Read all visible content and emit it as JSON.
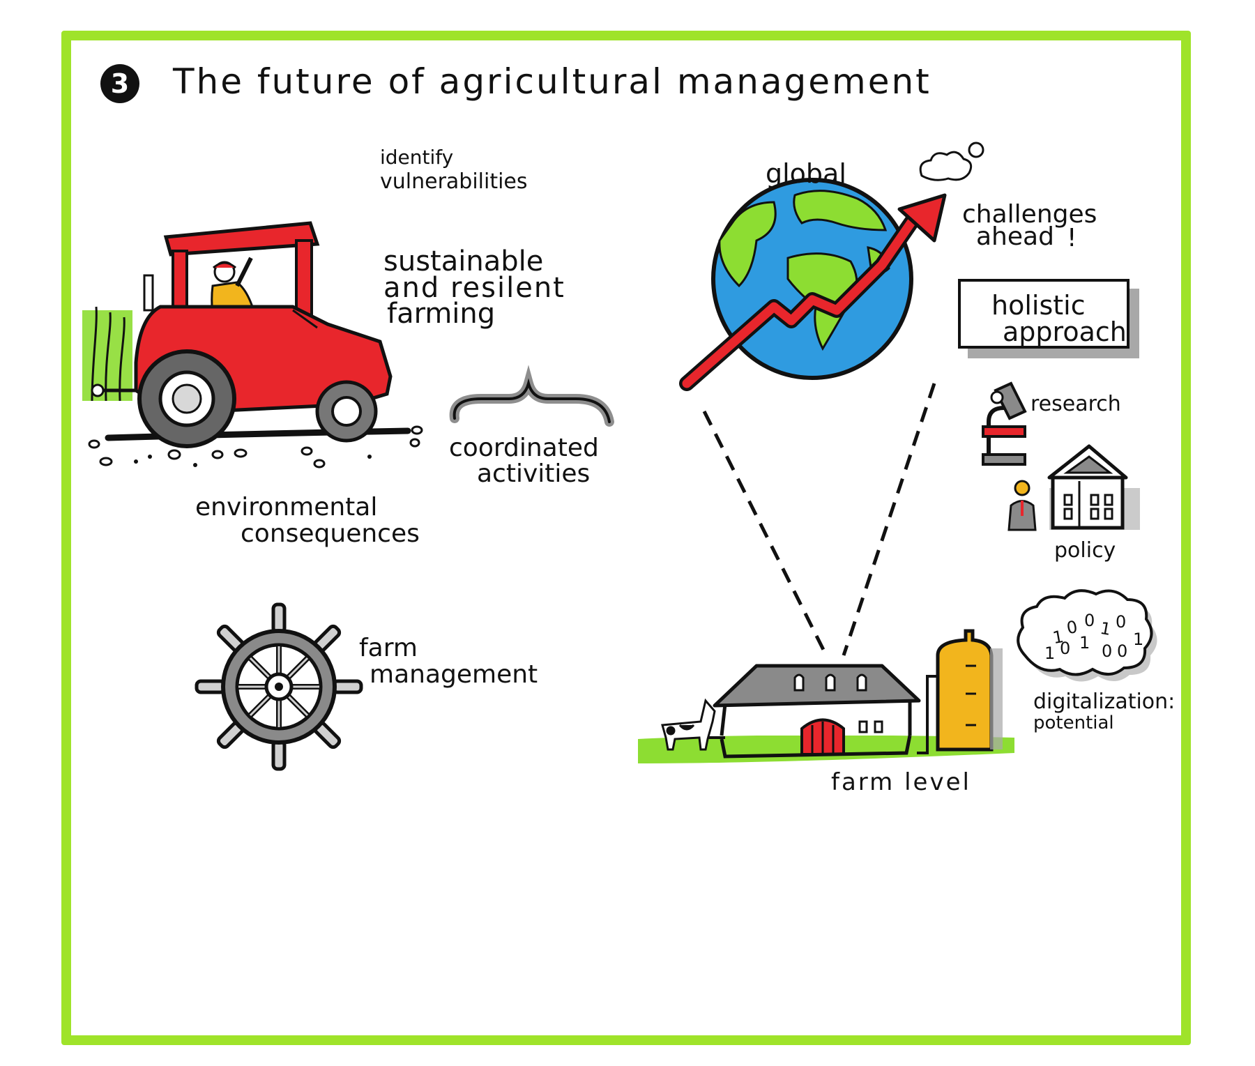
{
  "title": {
    "number": "3",
    "text": "The future of agricultural management"
  },
  "labels": {
    "identify_line1": "identify",
    "identify_line2": "vulnerabilities",
    "sustainable_line1": "sustainable",
    "sustainable_line2": "and resilent",
    "sustainable_line3": "farming",
    "coordinated_line1": "coordinated",
    "coordinated_line2": "activities",
    "environmental_line1": "environmental",
    "environmental_line2": "consequences",
    "farm_management_line1": "farm",
    "farm_management_line2": "management",
    "global": "global",
    "challenges_line1": "challenges",
    "challenges_line2": "ahead",
    "challenges_mark": "!",
    "holistic_line1": "holistic",
    "holistic_line2": "approach",
    "research": "research",
    "policy": "policy",
    "digitalization_line1": "digitalization:",
    "digitalization_line2": "potential",
    "farm_level": "farm level"
  },
  "binary_cloud_digits": [
    "1",
    "0",
    "0",
    "1",
    "0",
    "1",
    "0",
    "1",
    "0",
    "0",
    "1"
  ],
  "colors": {
    "frame_green": "#9fe32a",
    "tractor_red": "#e8262c",
    "ocean_blue": "#2f9be0",
    "land_green": "#8ddd32",
    "silo_yellow": "#f2b51d",
    "shadow_gray": "#a8a8a8"
  }
}
